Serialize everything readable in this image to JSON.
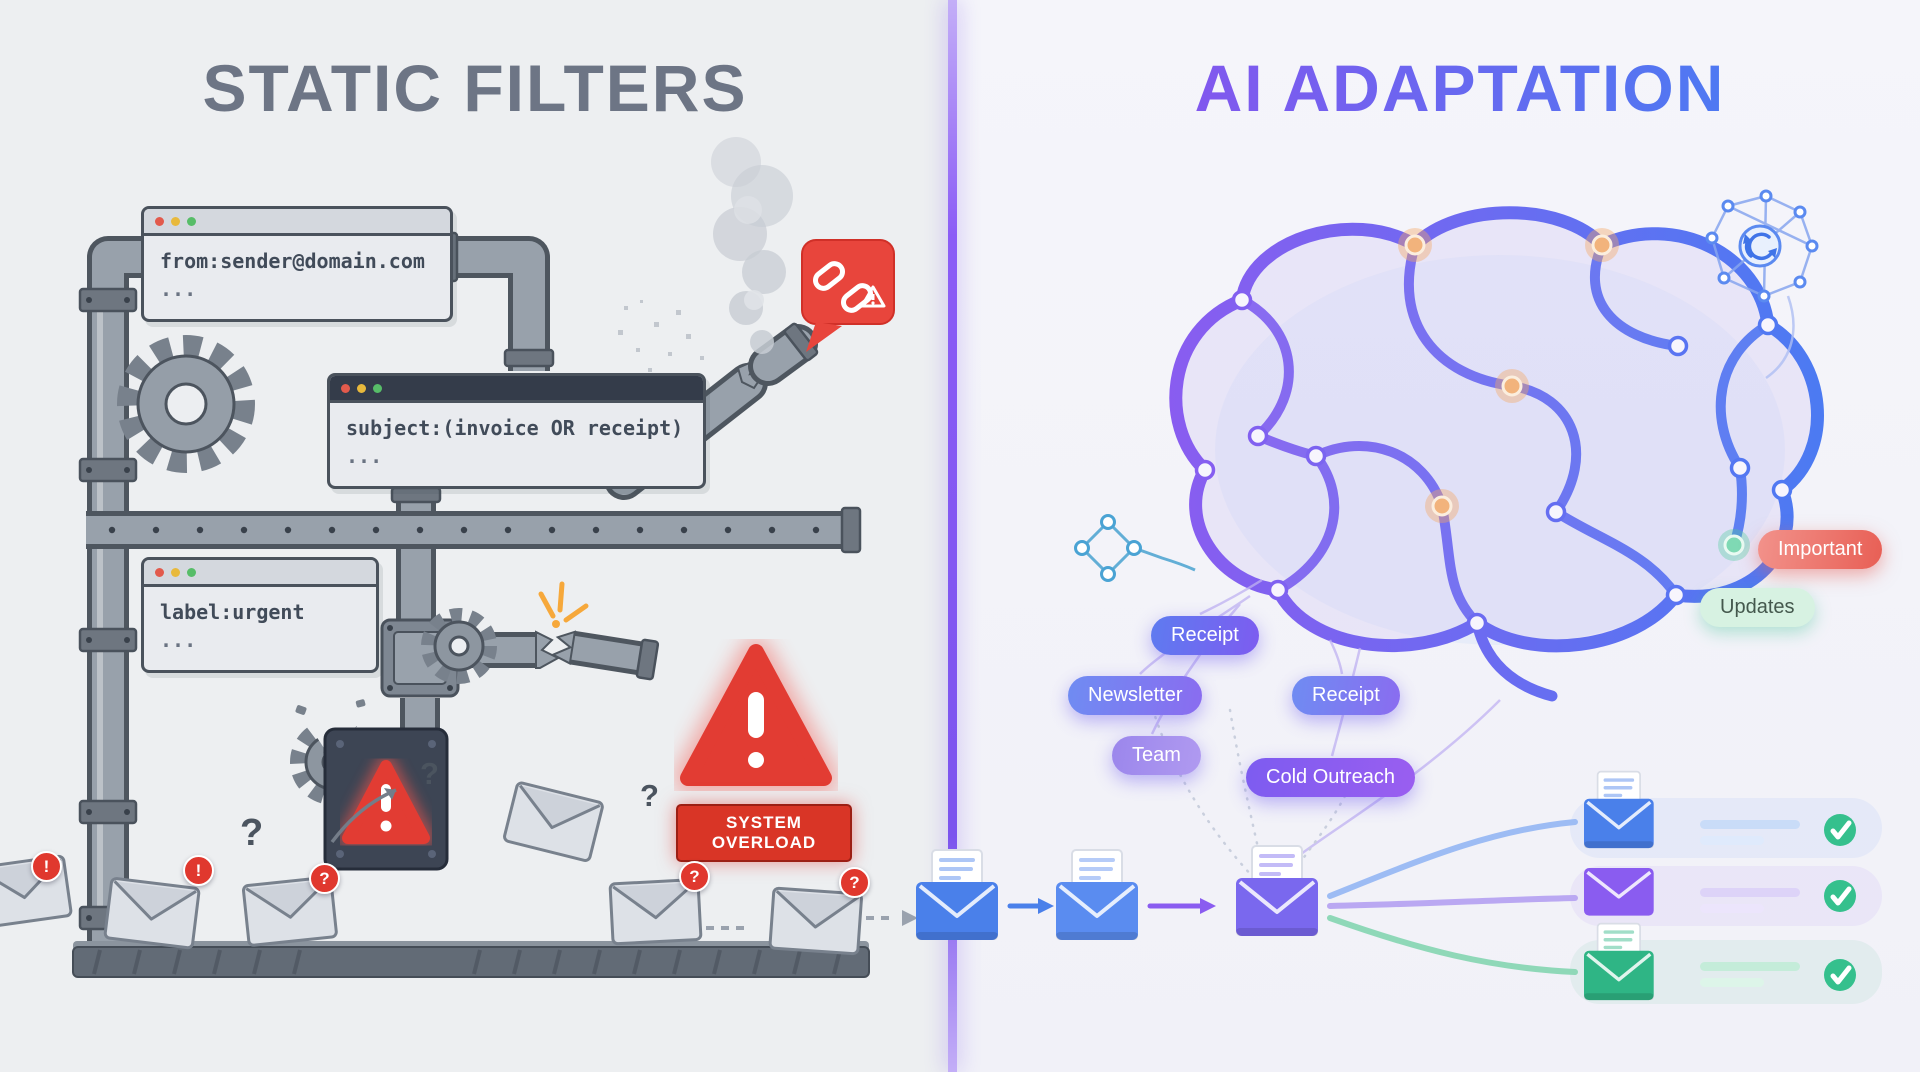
{
  "left": {
    "title": "STATIC FILTERS",
    "filters": [
      {
        "code": "from:sender@domain.com",
        "more": "..."
      },
      {
        "code": "subject:(invoice OR receipt)",
        "more": "..."
      },
      {
        "code": "label:urgent",
        "more": "..."
      }
    ],
    "system_overload": "SYSTEM OVERLOAD",
    "question_mark": "?",
    "alert_mark": "!"
  },
  "right": {
    "title": "AI ADAPTATION",
    "pills": [
      {
        "label": "Receipt"
      },
      {
        "label": "Newsletter"
      },
      {
        "label": "Team"
      },
      {
        "label": "Receipt"
      },
      {
        "label": "Cold Outreach"
      }
    ],
    "tags": {
      "important": "Important",
      "updates": "Updates"
    }
  },
  "colors": {
    "static_title": "#6d7585",
    "alert_red": "#e23c33",
    "ai_purple": "#8456ee",
    "ai_blue": "#4b7bf2",
    "success_green": "#35c08d"
  }
}
